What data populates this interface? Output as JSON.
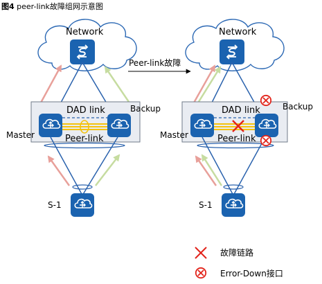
{
  "figure": {
    "caption_bold": "图4",
    "caption_rest": " peer-link故障组网示意图"
  },
  "left": {
    "network": "Network",
    "dad_link": "DAD link",
    "peer_link": "Peer-link",
    "master": "Master",
    "backup": "Backup",
    "s1": "S-1"
  },
  "right": {
    "network": "Network",
    "dad_link": "DAD link",
    "peer_link": "Peer-link",
    "master": "Master",
    "backup": "Backup",
    "s1": "S-1"
  },
  "transition": {
    "label": "Peer-link故障"
  },
  "legend": {
    "fault_link": "故障链路",
    "error_down": "Error-Down接口"
  },
  "colors": {
    "device_blue": "#1b63b0",
    "link_blue": "#2a62ad",
    "cloud_stroke": "#2b68b4",
    "dad_yellow": "#f4c20d",
    "fault_red": "#e2231a",
    "traffic_red": "#e8a09a",
    "traffic_green": "#c6dca0",
    "frame_fill": "#e9ecf2",
    "frame_stroke": "#6f7a88"
  }
}
